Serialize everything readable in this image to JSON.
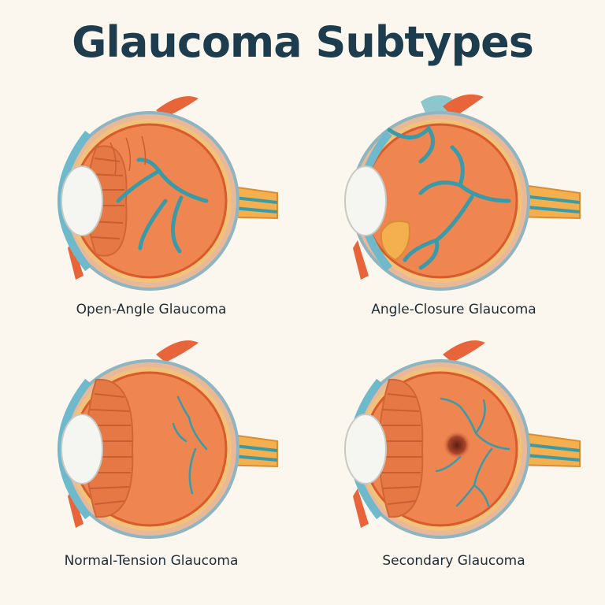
{
  "title": "Glaucoma Subtypes",
  "panels": [
    {
      "label": "Open-Angle Glaucoma"
    },
    {
      "label": "Angle-Closure Glaucoma"
    },
    {
      "label": "Normal-Tension Glaucoma"
    },
    {
      "label": "Secondary Glaucoma"
    }
  ],
  "colors": {
    "background": "#fbf7ee",
    "title": "#1d3d4e",
    "eyeball": "#ef8550",
    "sclera_ring": "#f2c27a",
    "vessels": "#3b9aa8",
    "muscle": "#e8643a",
    "optic_nerve": "#f4b04e"
  }
}
